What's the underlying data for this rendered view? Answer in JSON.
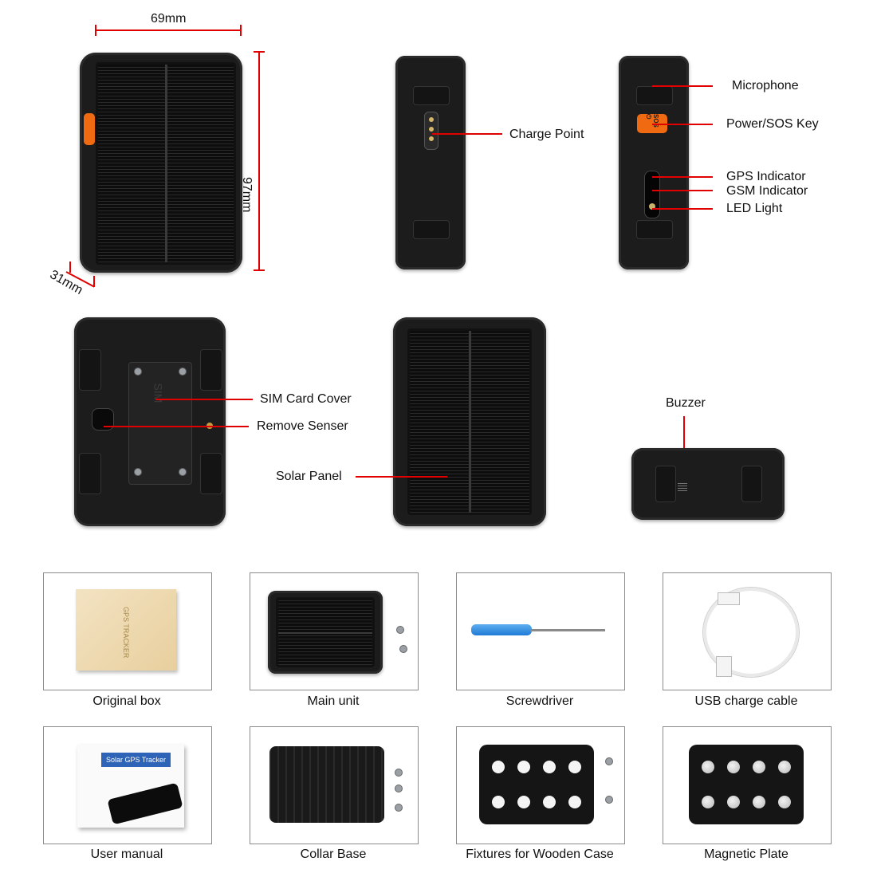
{
  "dimensions": {
    "width": "69mm",
    "height": "97mm",
    "depth": "31mm"
  },
  "callouts": {
    "charge_point": "Charge Point",
    "microphone": "Microphone",
    "power_sos_key": "Power/SOS Key",
    "gps_indicator": "GPS Indicator",
    "gsm_indicator": "GSM Indicator",
    "led_light": "LED Light",
    "sim_card_cover": "SIM Card Cover",
    "remove_senser": "Remove Senser",
    "solar_panel": "Solar Panel",
    "buzzer": "Buzzer"
  },
  "device_markings": {
    "sos_key": "SOS ⏻",
    "sim": "SIM",
    "box_brand": "GPS TRACKER",
    "manual_title": "Solar GPS Tracker"
  },
  "package_contents": [
    "Original box",
    "Main unit",
    "Screwdriver",
    "USB charge cable",
    "User manual",
    "Collar Base",
    "Fixtures for Wooden Case",
    "Magnetic Plate"
  ],
  "colors": {
    "accent_line": "#e00000",
    "sos_key": "#f06a12",
    "device_body": "#1c1c1c",
    "screwdriver": "#1f7bd6"
  }
}
